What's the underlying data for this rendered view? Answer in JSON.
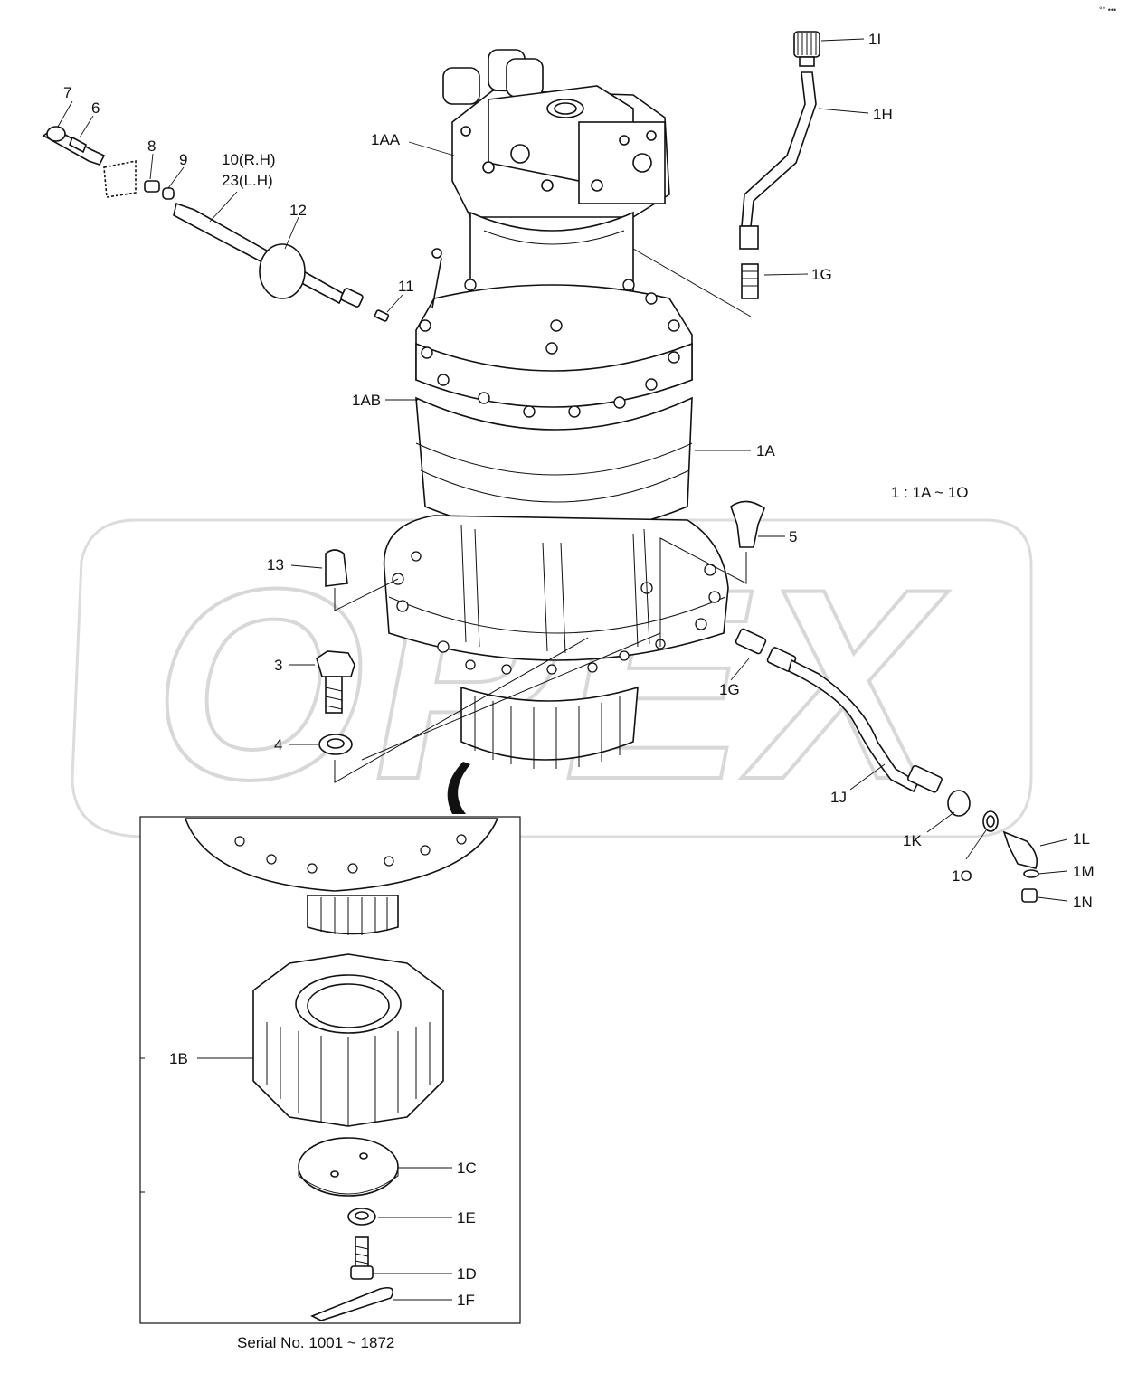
{
  "watermark": {
    "text": "OPEX",
    "color": "#d8d8d8"
  },
  "corner_mark": "°° •••",
  "range_note": "1 : 1A  ~ 1O",
  "serial_note": "Serial No. 1001 ~ 1872",
  "callouts": {
    "c7": "7",
    "c6": "6",
    "c8": "8",
    "c9": "9",
    "c10": "10(R.H)",
    "c23": "23(L.H)",
    "c12": "12",
    "c11": "11",
    "c1AA": "1AA",
    "c1AB": "1AB",
    "c1A": "1A",
    "c1I": "1I",
    "c1H": "1H",
    "c1G_top": "1G",
    "c5": "5",
    "c13": "13",
    "c3": "3",
    "c4": "4",
    "c1G_bottom": "1G",
    "c1J": "1J",
    "c1K": "1K",
    "c1O": "1O",
    "c1L": "1L",
    "c1M": "1M",
    "c1N": "1N",
    "c1B": "1B",
    "c1C": "1C",
    "c1E": "1E",
    "c1D": "1D",
    "c1F": "1F"
  },
  "colors": {
    "ink": "#111111",
    "paper": "#ffffff"
  }
}
